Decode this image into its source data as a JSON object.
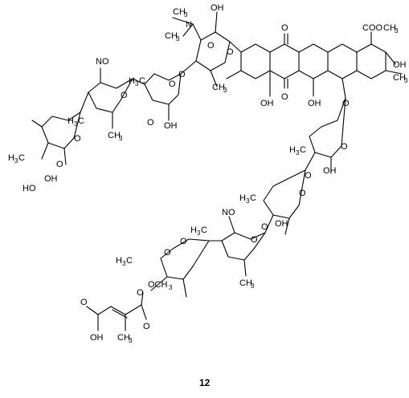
{
  "compound": {
    "number": "12"
  },
  "atoms": {
    "oh": "OH",
    "o": "O",
    "n": "N",
    "no": "NO",
    "c": "C",
    "h": "H",
    "coo": "COO",
    "och": "OCH",
    "ch": "CH",
    "ho": "HO",
    "three": "3"
  }
}
